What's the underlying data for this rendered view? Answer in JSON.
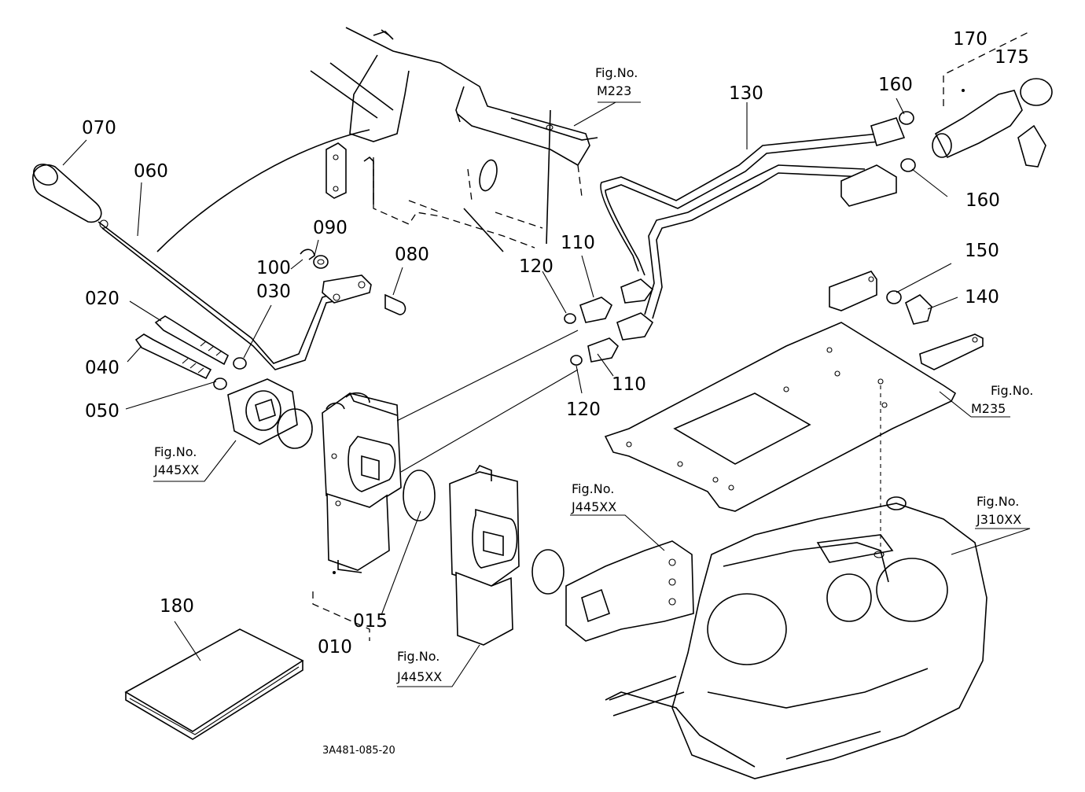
{
  "diagram": {
    "part_labels": [
      {
        "id": "070",
        "text": "070"
      },
      {
        "id": "060",
        "text": "060"
      },
      {
        "id": "090",
        "text": "090"
      },
      {
        "id": "100",
        "text": "100"
      },
      {
        "id": "080",
        "text": "080"
      },
      {
        "id": "030",
        "text": "030"
      },
      {
        "id": "020",
        "text": "020"
      },
      {
        "id": "040",
        "text": "040"
      },
      {
        "id": "050",
        "text": "050"
      },
      {
        "id": "120a",
        "text": "120"
      },
      {
        "id": "110a",
        "text": "110"
      },
      {
        "id": "110b",
        "text": "110"
      },
      {
        "id": "120b",
        "text": "120"
      },
      {
        "id": "130",
        "text": "130"
      },
      {
        "id": "160a",
        "text": "160"
      },
      {
        "id": "160b",
        "text": "160"
      },
      {
        "id": "170",
        "text": "170"
      },
      {
        "id": "175",
        "text": "175"
      },
      {
        "id": "150",
        "text": "150"
      },
      {
        "id": "140",
        "text": "140"
      },
      {
        "id": "180",
        "text": "180"
      },
      {
        "id": "015",
        "text": "015"
      },
      {
        "id": "010",
        "text": "010"
      }
    ],
    "figure_refs": [
      {
        "id": "m223",
        "line1": "Fig.No.",
        "line2": "M223"
      },
      {
        "id": "m235",
        "line1": "Fig.No.",
        "line2": "M235"
      },
      {
        "id": "j445a",
        "line1": "Fig.No.",
        "line2": "J445XX"
      },
      {
        "id": "j445b",
        "line1": "Fig.No.",
        "line2": "J445XX"
      },
      {
        "id": "j445c",
        "line1": "Fig.No.",
        "line2": "J445XX"
      },
      {
        "id": "j310",
        "line1": "Fig.No.",
        "line2": "J310XX"
      }
    ],
    "drawing_code": "3A481-085-20"
  }
}
